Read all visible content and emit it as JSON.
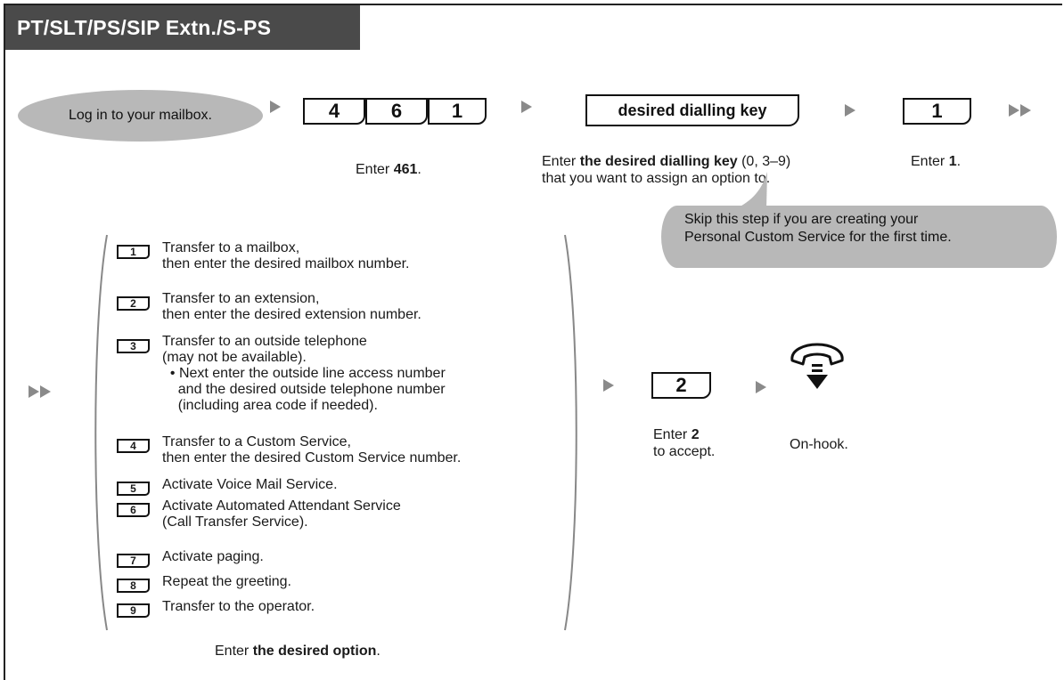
{
  "title": "PT/SLT/PS/SIP Extn./S-PS",
  "login_bubble": "Log in to your mailbox.",
  "keys_461": [
    "4",
    "6",
    "1"
  ],
  "desired_key_label": "desired dialling key",
  "key_1": "1",
  "key_2": "2",
  "captions": {
    "enter_461_prefix": "Enter ",
    "enter_461_bold": "461",
    "enter_461_suffix": ".",
    "desired_prefix": "Enter ",
    "desired_bold": "the desired dialling key",
    "desired_suffix": " (0, 3–9)",
    "desired_line2": "that you want to assign an option to.",
    "enter1_prefix": "Enter ",
    "enter1_bold": "1",
    "enter1_suffix": ".",
    "skip_line1": "Skip this step if you are creating your",
    "skip_line2": "Personal Custom Service for the first time.",
    "enter2_prefix": "Enter ",
    "enter2_bold": "2",
    "enter2_line2": "to accept.",
    "onhook": "On-hook.",
    "option_prefix": "Enter ",
    "option_bold": "the desired option",
    "option_suffix": "."
  },
  "options": [
    {
      "key": "1",
      "lines": [
        "Transfer to a mailbox,",
        "then enter the desired mailbox number."
      ]
    },
    {
      "key": "2",
      "lines": [
        "Transfer to an extension,",
        "then enter the desired extension number."
      ]
    },
    {
      "key": "3",
      "lines": [
        "Transfer to an outside telephone",
        "(may not be available).",
        "  • Next enter the outside line access number",
        "    and the desired outside telephone number",
        "    (including area code if needed)."
      ]
    },
    {
      "key": "4",
      "lines": [
        "Transfer to a Custom Service,",
        "then enter the desired Custom Service number."
      ]
    },
    {
      "key": "5",
      "lines": [
        "Activate Voice Mail Service."
      ]
    },
    {
      "key": "6",
      "lines": [
        "Activate Automated Attendant Service",
        "(Call Transfer Service)."
      ]
    },
    {
      "key": "7",
      "lines": [
        "Activate paging."
      ]
    },
    {
      "key": "8",
      "lines": [
        "Repeat the greeting."
      ]
    },
    {
      "key": "9",
      "lines": [
        "Transfer to the operator."
      ]
    }
  ],
  "icons": {
    "arrow": "triangle-right-icon",
    "continue": "double-triangle-icon",
    "onhook": "handset-onhook-icon"
  },
  "colors": {
    "bubble": "#b8b8b8",
    "title_bg": "#4a4a4a",
    "arrow": "#8a8a8a"
  }
}
